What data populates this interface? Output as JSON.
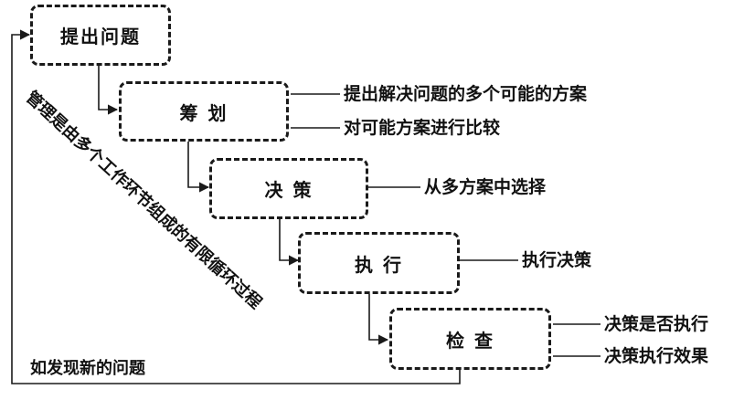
{
  "steps": [
    {
      "label": "提出问题"
    },
    {
      "label": "筹 划"
    },
    {
      "label": "决 策"
    },
    {
      "label": "执 行"
    },
    {
      "label": "检 查"
    }
  ],
  "notes": {
    "plan_1": "提出解决问题的多个可能的方案",
    "plan_2": "对可能方案进行比较",
    "decide": "从多方案中选择",
    "execute": "执行决策",
    "check_1": "决策是否执行",
    "check_2": "决策执行效果"
  },
  "diagonal_caption": "管理是由多个工作环节组成的有限循环过程",
  "loop_label": "如发现新的问题"
}
